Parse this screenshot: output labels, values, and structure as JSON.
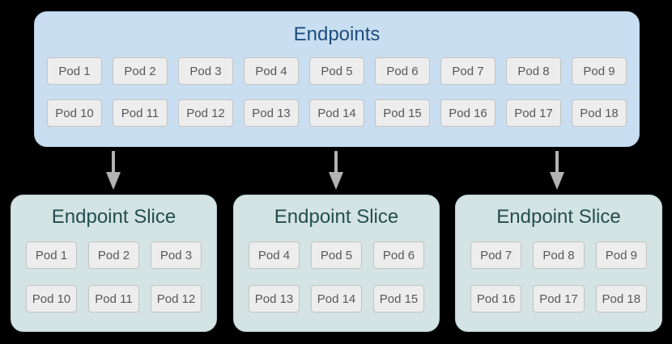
{
  "colors": {
    "background": "#000000",
    "endpoints_box_bg": "#c9def1",
    "endpoints_box_border": "#b3cde7",
    "endpoints_title": "#1e4e7e",
    "slice_box_bg": "#d4e3e3",
    "slice_box_border": "#b9d2d2",
    "slice_title": "#234f4f",
    "pod_bg": "#ededed",
    "pod_border": "#c3c3c3",
    "pod_text": "#58585a",
    "arrow": "#b3b3b3"
  },
  "endpoints": {
    "title": "Endpoints",
    "pods": [
      "Pod 1",
      "Pod 2",
      "Pod 3",
      "Pod 4",
      "Pod 5",
      "Pod 6",
      "Pod 7",
      "Pod 8",
      "Pod 9",
      "Pod 10",
      "Pod 11",
      "Pod 12",
      "Pod 13",
      "Pod 14",
      "Pod 15",
      "Pod 16",
      "Pod 17",
      "Pod 18"
    ]
  },
  "slices": [
    {
      "title": "Endpoint Slice",
      "pods": [
        "Pod 1",
        "Pod 2",
        "Pod 3",
        "Pod 10",
        "Pod 11",
        "Pod 12"
      ]
    },
    {
      "title": "Endpoint Slice",
      "pods": [
        "Pod 4",
        "Pod 5",
        "Pod 6",
        "Pod 13",
        "Pod 14",
        "Pod 15"
      ]
    },
    {
      "title": "Endpoint Slice",
      "pods": [
        "Pod 7",
        "Pod 8",
        "Pod 9",
        "Pod 16",
        "Pod 17",
        "Pod 18"
      ]
    }
  ]
}
